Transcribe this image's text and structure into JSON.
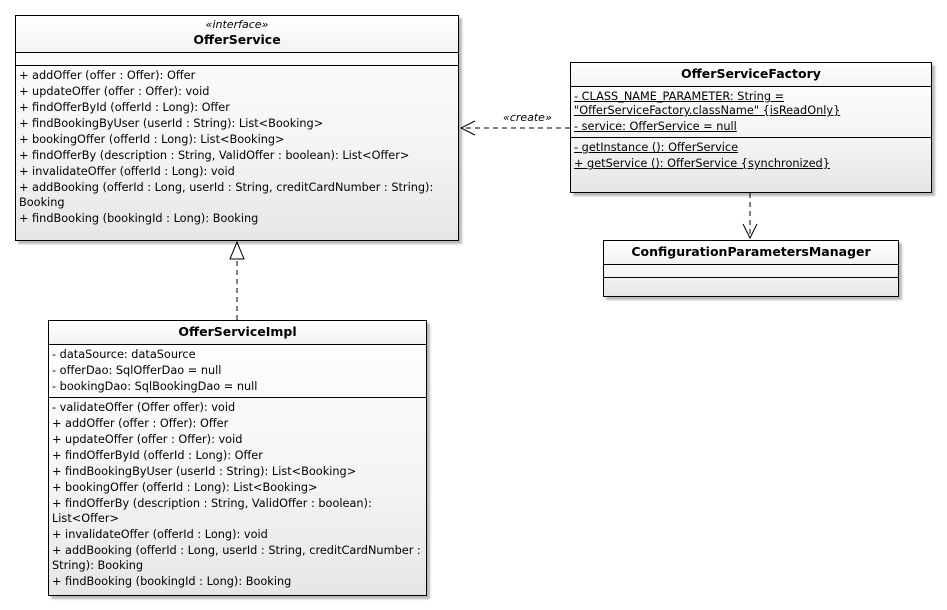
{
  "offer_service": {
    "stereotype": "«interface»",
    "name": "OfferService",
    "operations": [
      "+ addOffer (offer : Offer): Offer",
      "+ updateOffer (offer : Offer): void",
      "+ findOfferById (offerId : Long): Offer",
      "+ findBookingByUser (userId : String): List<Booking>",
      "+ bookingOffer (offerId : Long): List<Booking>",
      "+ findOfferBy (description : String, ValidOffer : boolean): List<Offer>",
      "+ invalidateOffer (offerId : Long): void",
      "+ addBooking (offerId : Long, userId : String, creditCardNumber : String): Booking",
      "+ findBooking (bookingId : Long): Booking"
    ]
  },
  "offer_service_factory": {
    "name": "OfferServiceFactory",
    "attributes": [
      "- CLASS_NAME_PARAMETER: String = \"OfferServiceFactory.className\" {isReadOnly}",
      "- service: OfferService = null"
    ],
    "operations": [
      "- getInstance (): OfferService",
      "+ getService (): OfferService {synchronized}"
    ]
  },
  "configuration_parameters_manager": {
    "name": "ConfigurationParametersManager"
  },
  "offer_service_impl": {
    "name": "OfferServiceImpl",
    "attributes": [
      "- dataSource: dataSource",
      "- offerDao: SqlOfferDao = null",
      "- bookingDao: SqlBookingDao = null"
    ],
    "operations": [
      "- validateOffer (Offer offer): void",
      "+ addOffer (offer : Offer): Offer",
      "+ updateOffer (offer : Offer): void",
      "+ findOfferById (offerId : Long): Offer",
      "+ findBookingByUser (userId : String): List<Booking>",
      "+ bookingOffer (offerId : Long): List<Booking>",
      "+ findOfferBy (description : String, ValidOffer : boolean): List<Offer>",
      "+ invalidateOffer (offerId : Long): void",
      "+ addBooking (offerId : Long, userId : String, creditCardNumber : String): Booking",
      "+ findBooking (bookingId : Long): Booking"
    ]
  },
  "edges": {
    "create_label": "«create»"
  }
}
